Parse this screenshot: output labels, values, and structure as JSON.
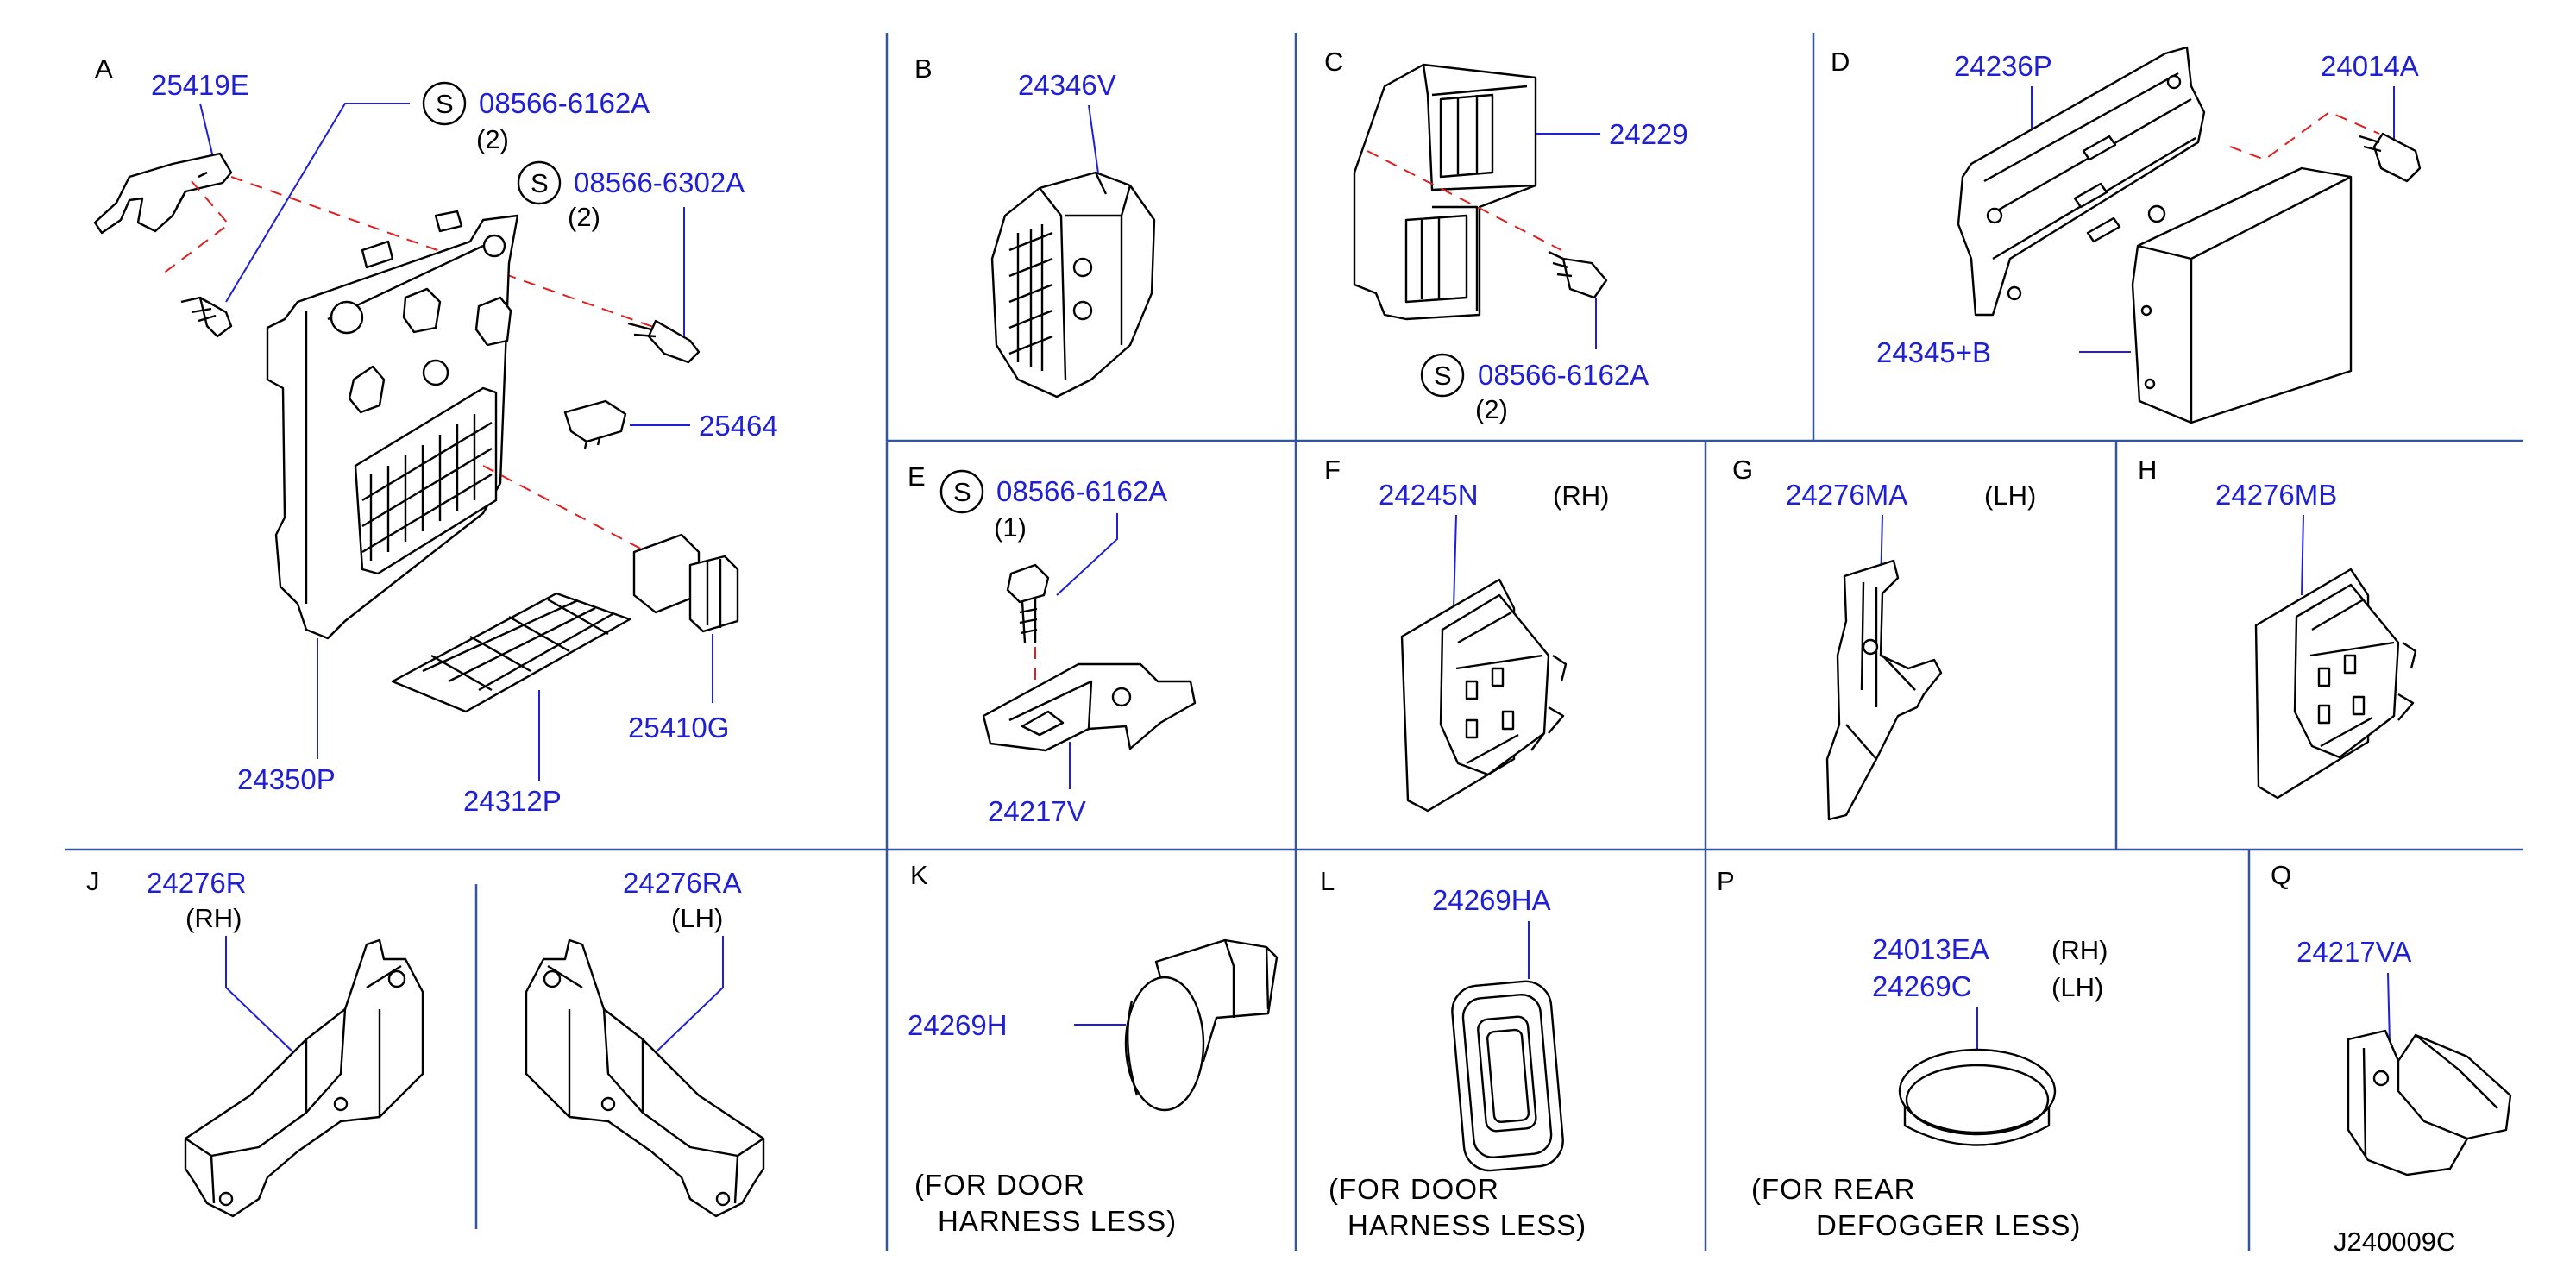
{
  "figure_code": "J240009C",
  "panels": {
    "A": {
      "letter": "A",
      "pn_bracket": "25419E",
      "std1": "08566-6162A",
      "qty1": "(2)",
      "std2": "08566-6302A",
      "qty2": "(2)",
      "pn_fuse": "25464",
      "pn_block": "24350P",
      "pn_cover": "24312P",
      "pn_connector": "25410G",
      "s_symbol": "S"
    },
    "B": {
      "letter": "B",
      "pn": "24346V"
    },
    "C": {
      "letter": "C",
      "pn": "24229",
      "std": "08566-6162A",
      "qty": "(2)",
      "s_symbol": "S"
    },
    "D": {
      "letter": "D",
      "pn_bracket": "24236P",
      "pn_bolt": "24014A",
      "pn_unit": "24345+B"
    },
    "E": {
      "letter": "E",
      "std": "08566-6162A",
      "qty": "(1)",
      "pn": "24217V",
      "s_symbol": "S"
    },
    "F": {
      "letter": "F",
      "pn": "24245N",
      "side": "(RH)"
    },
    "G": {
      "letter": "G",
      "pn": "24276MA",
      "side": "(LH)"
    },
    "H": {
      "letter": "H",
      "pn": "24276MB"
    },
    "J": {
      "letter": "J",
      "pn_rh": "24276R",
      "side_rh": "(RH)",
      "pn_lh": "24276RA",
      "side_lh": "(LH)"
    },
    "K": {
      "letter": "K",
      "pn": "24269H",
      "note1": "(FOR   DOOR",
      "note2": "HARNESS   LESS)"
    },
    "L": {
      "letter": "L",
      "pn": "24269HA",
      "note1": "(FOR   DOOR",
      "note2": "HARNESS   LESS)"
    },
    "P": {
      "letter": "P",
      "pn1": "24013EA",
      "side1": "(RH)",
      "pn2": "24269C",
      "side2": "(LH)",
      "note1": "(FOR   REAR",
      "note2": "DEFOGGER   LESS)"
    },
    "Q": {
      "letter": "Q",
      "pn": "24217VA"
    }
  },
  "colors": {
    "part_number": "#1f1fd6",
    "divider": "#33559e",
    "dashed_guide": "#e02020",
    "line_art": "#000000"
  }
}
